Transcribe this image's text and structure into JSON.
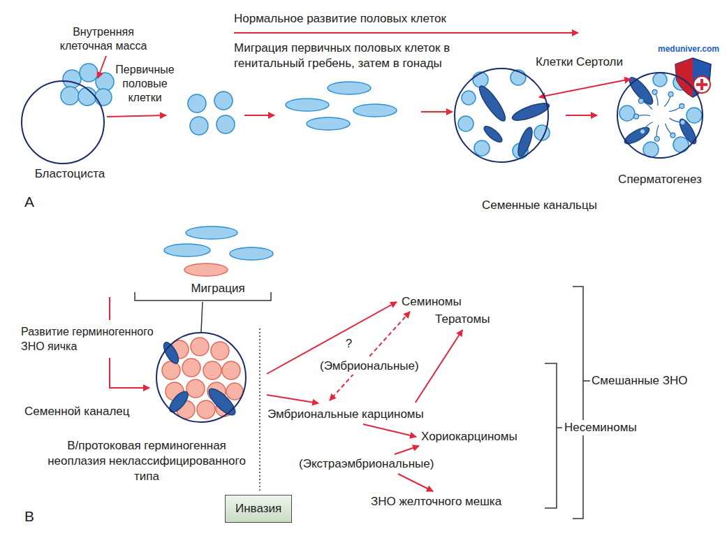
{
  "diagram": {
    "nodes": [
      {
        "text": [
          "Бластоциста"
        ]
      },
      {
        "text": [
          "Первичные половые клетки"
        ]
      },
      {
        "text": [
          "Миграция первичных половых клеток в генитальный гребень, затем в гонады"
        ]
      },
      {
        "text": [
          "Семенные канальцы"
        ]
      },
      {
        "text": [
          "Сперматогенез"
        ]
      },
      {
        "text": [
          "Миграция"
        ]
      },
      {
        "text": [
          "Семенной каналец",
          "В/протоковая герминогенная неоплазия неклассифицированного типа"
        ]
      },
      {
        "text": [
          "Инвазия"
        ]
      },
      {
        "text": [
          "Семиномы"
        ]
      },
      {
        "text": [
          "Тератомы"
        ]
      },
      {
        "text": [
          "(Эмбриональные)"
        ]
      },
      {
        "text": [
          "Эмбриональные карциномы"
        ]
      },
      {
        "text": [
          "Хориокарциномы"
        ]
      },
      {
        "text": [
          "(Экстраэмбриональные)"
        ]
      },
      {
        "text": [
          "ЗНО желточного мешка"
        ]
      }
    ],
    "edges": [
      {
        "from": 0,
        "to": 1,
        "arrow": "to"
      },
      {
        "from": 1,
        "to": 2,
        "arrow": "to"
      },
      {
        "from": 2,
        "to": 3,
        "arrow": "to"
      },
      {
        "from": 3,
        "to": 4,
        "arrow": "to"
      },
      {
        "from": 3,
        "to": 4,
        "label": "Клетки Сертоли",
        "arrow": "both"
      },
      {
        "from": 5,
        "to": 6,
        "arrow": "none"
      },
      {
        "from": 6,
        "to": 8,
        "arrow": "to"
      },
      {
        "from": 6,
        "to": 11,
        "arrow": "to"
      },
      {
        "from": 8,
        "to": 11,
        "label": "?",
        "arrow": "both"
      },
      {
        "from": 11,
        "to": 9,
        "arrow": "to"
      },
      {
        "from": 11,
        "to": 12,
        "arrow": "to"
      },
      {
        "from": 13,
        "to": 12,
        "arrow": "to"
      },
      {
        "from": 13,
        "to": 14,
        "arrow": "to"
      }
    ],
    "labels": [
      "Нормальное развитие половых клеток",
      "Внутренняя клеточная масса",
      "meduniver.com",
      "A",
      "B",
      "Развитие герминогенного ЗНО яичка",
      "Смешанные ЗНО",
      "Несеминомы"
    ]
  }
}
